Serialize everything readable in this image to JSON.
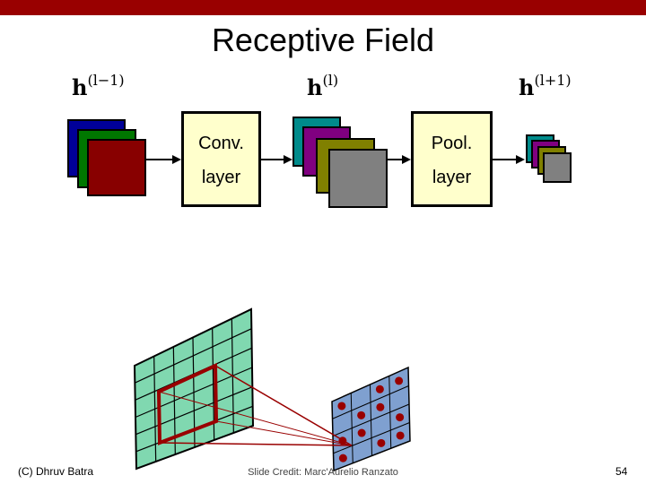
{
  "slide": {
    "title": "Receptive Field",
    "h_prev": {
      "base": "h",
      "sup": "(l−1)"
    },
    "h_curr": {
      "base": "h",
      "sup": "(l)"
    },
    "h_next": {
      "base": "h",
      "sup": "(l+1)"
    },
    "conv_box": {
      "line1": "Conv.",
      "line2": "layer"
    },
    "pool_box": {
      "line1": "Pool.",
      "line2": "layer"
    },
    "footer_left": "(C) Dhruv Batra",
    "footer_credit": "Slide Credit: Marc'Aurelio Ranzato",
    "page_number": "54"
  },
  "colors": {
    "top_bar": "#990000",
    "map_blue": "#000099",
    "map_green": "#007700",
    "map_red": "#880000",
    "map_teal": "#008b8b",
    "map_purple": "#800080",
    "map_olive": "#808000",
    "map_gray": "#808080",
    "box_fill": "#ffffcc",
    "grid_fill": "#80d8b0",
    "grid_small_fill": "#7fa0d0",
    "dot": "#990000"
  }
}
